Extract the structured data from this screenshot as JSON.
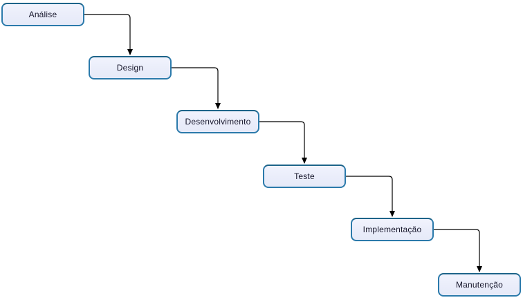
{
  "diagram": {
    "type": "waterfall-flowchart",
    "stages": [
      {
        "id": "analise",
        "label": "Análise"
      },
      {
        "id": "design",
        "label": "Design"
      },
      {
        "id": "desenvolvimento",
        "label": "Desenvolvimento"
      },
      {
        "id": "teste",
        "label": "Teste"
      },
      {
        "id": "implementacao",
        "label": "Implementação"
      },
      {
        "id": "manutencao",
        "label": "Manutenção"
      }
    ],
    "connections": [
      {
        "from": "Análise",
        "to": "Design"
      },
      {
        "from": "Design",
        "to": "Desenvolvimento"
      },
      {
        "from": "Desenvolvimento",
        "to": "Teste"
      },
      {
        "from": "Teste",
        "to": "Implementação"
      },
      {
        "from": "Implementação",
        "to": "Manutenção"
      }
    ],
    "colors": {
      "node_fill": "#eaedfa",
      "node_border": "#2b7aab",
      "connector": "#000000",
      "text": "#15152a",
      "background": "#ffffff"
    }
  }
}
